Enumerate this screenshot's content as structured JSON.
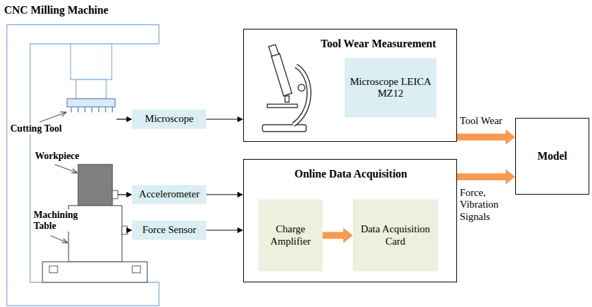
{
  "diagram": {
    "title": "CNC Milling Machine",
    "nodes": [
      {
        "text": [
          "Microscope"
        ]
      },
      {
        "text": [
          "Tool Wear Measurement"
        ]
      },
      {
        "text": [
          "Microscope LEICA MZ12"
        ],
        "in": 1
      },
      {
        "text": [
          "Accelerometer"
        ]
      },
      {
        "text": [
          "Force Sensor"
        ]
      },
      {
        "text": [
          "Online Data Acquisition"
        ]
      },
      {
        "text": [
          "Charge Amplifier"
        ],
        "in": 5
      },
      {
        "text": [
          "Data Acquisition Card"
        ],
        "in": 5
      },
      {
        "text": [
          "Model"
        ]
      }
    ],
    "edges": [
      {
        "from": 0,
        "to": 1,
        "arrow": "to"
      },
      {
        "from": 3,
        "to": 5,
        "arrow": "to"
      },
      {
        "from": 4,
        "to": 5,
        "arrow": "to"
      },
      {
        "from": 6,
        "to": 7,
        "arrow": "to"
      },
      {
        "from": 1,
        "to": 8,
        "label": "Tool Wear",
        "arrow": "to"
      },
      {
        "from": 5,
        "to": 8,
        "label": "Force, Vibration Signals",
        "arrow": "to"
      }
    ],
    "labels": [
      "Cutting Tool",
      "Workpiece",
      "Machining Table"
    ]
  }
}
